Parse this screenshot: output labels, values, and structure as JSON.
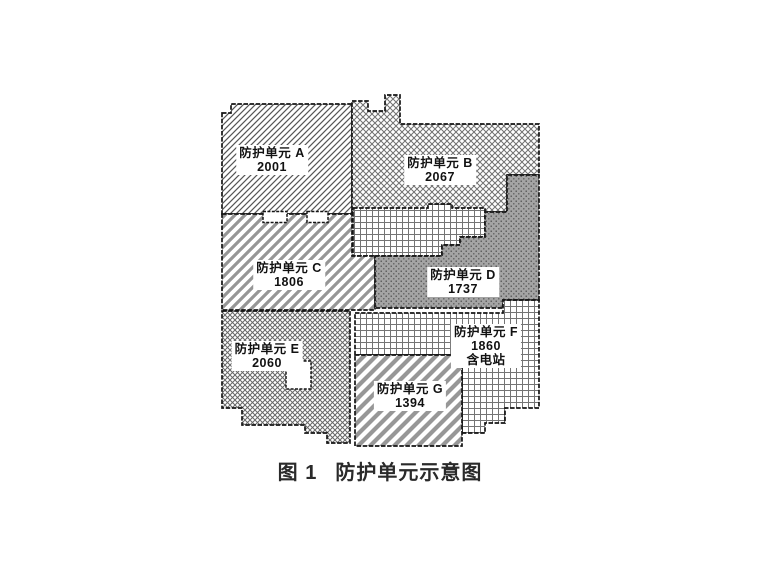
{
  "figure": {
    "caption": {
      "prefix": "图 1",
      "title": "防护单元示意图"
    }
  },
  "units": [
    {
      "id": "A",
      "name": "防护单元 A",
      "value": "2001",
      "pattern": "diagonal-hatch-fine"
    },
    {
      "id": "B",
      "name": "防护单元 B",
      "value": "2067",
      "pattern": "cross-hatch-fine"
    },
    {
      "id": "C",
      "name": "防护单元 C",
      "value": "1806",
      "pattern": "diagonal-hatch-wide"
    },
    {
      "id": "D",
      "name": "防护单元 D",
      "value": "1737",
      "pattern": "gray-stipple"
    },
    {
      "id": "E",
      "name": "防护单元 E",
      "value": "2060",
      "pattern": "cross-hatch-dense"
    },
    {
      "id": "F",
      "name": "防护单元 F",
      "value": "1860",
      "note": "含电站",
      "pattern": "square-grid"
    },
    {
      "id": "G",
      "name": "防护单元 G",
      "value": "1394",
      "pattern": "diagonal-stripe-wide"
    }
  ],
  "colors": {
    "outline": "#151515",
    "paper": "#ffffff",
    "label_text": "#111111",
    "caption_text": "#2a2a2a",
    "stipple_gray": "#a4a4a4"
  }
}
